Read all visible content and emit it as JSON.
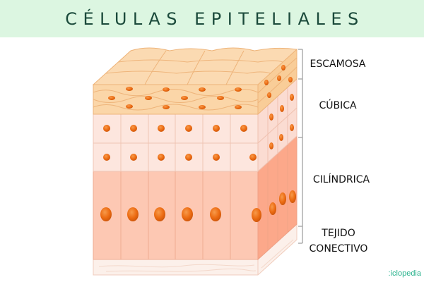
{
  "header": {
    "title": "CÉLULAS EPITELIALES",
    "background_color": "#dcf6e1",
    "title_color": "#1b4a3b"
  },
  "diagram": {
    "layers": [
      {
        "id": "escamosa",
        "label": "ESCAMOSA",
        "color": "#fbd9ae"
      },
      {
        "id": "cubica",
        "label": "CÚBICA",
        "color": "#fde6de"
      },
      {
        "id": "cilindrica",
        "label": "CILÍNDRICA",
        "color": "#fcc7b1"
      },
      {
        "id": "tejido",
        "label": "TEJIDO CONECTIVO",
        "label_line1": "TEJIDO",
        "label_line2": "CONECTIVO",
        "color": "#fcefe9"
      }
    ],
    "nucleus_color": "#ec6b12",
    "cell_border_color": "#e8a878",
    "bracket_color": "#9a9a9a"
  },
  "watermark": {
    "text": ":iclopedia",
    "color": "#2bb38e"
  }
}
